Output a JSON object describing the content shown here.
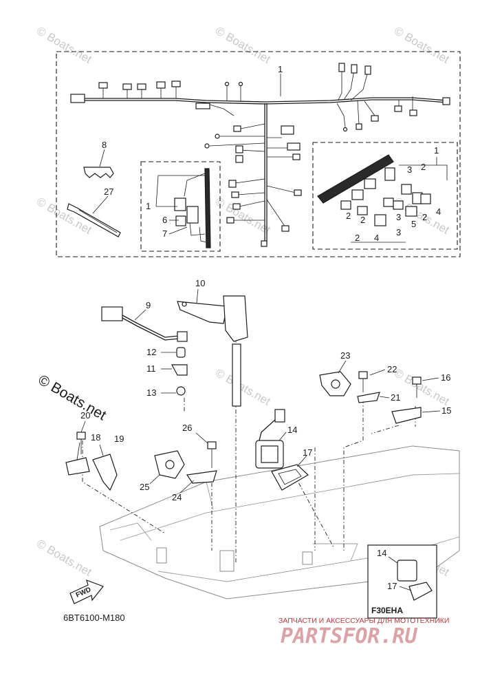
{
  "watermark_text": "© Boats.net",
  "diagram_code": "6BT6100-M180",
  "fwd_label": "FWD",
  "variant_label": "F30EHA",
  "promo_text": "ЗАПЧАСТИ И АКСЕССУАРЫ ДЛЯ МОТОТЕХНИКИ",
  "logo_text": "PARTSFOR.RU",
  "callouts": {
    "top_harness": "1",
    "clip": "8",
    "tie": "27",
    "sub_left": "1",
    "sub_left_6": "6",
    "sub_left_7": "7",
    "sub_right": "1",
    "sr_3a": "3",
    "sr_2a": "2",
    "sr_4a": "4",
    "sr_5": "5",
    "sr_2b": "2",
    "sr_2c": "2",
    "sr_2d": "2",
    "sr_2e": "2",
    "sr_4b": "4",
    "sr_3b": "3",
    "sr_3c": "3",
    "p10": "10",
    "p9": "9",
    "p12": "12",
    "p11": "11",
    "p13": "13",
    "p23": "23",
    "p22": "22",
    "p16": "16",
    "p21": "21",
    "p15": "15",
    "p20": "20",
    "p18": "18",
    "p19": "19",
    "p26": "26",
    "p14": "14",
    "p17": "17",
    "p25": "25",
    "p24": "24",
    "inset14": "14",
    "inset17": "17"
  }
}
